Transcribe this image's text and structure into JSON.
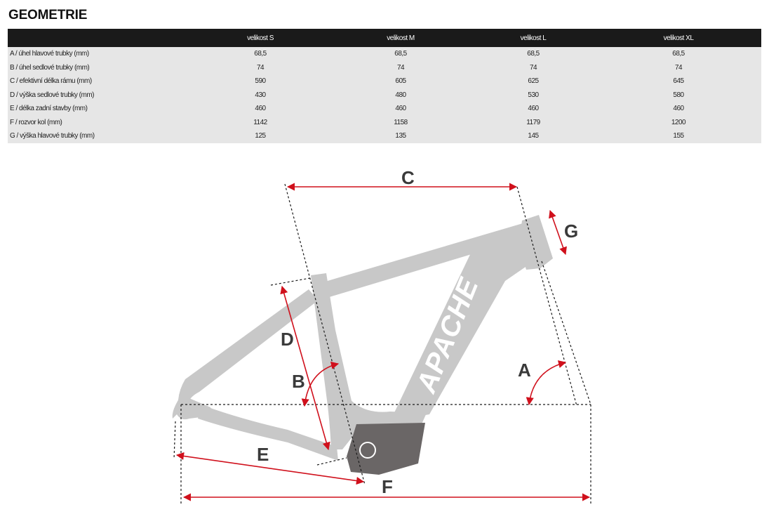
{
  "title": "GEOMETRIE",
  "table": {
    "headers": [
      "",
      "velikost S",
      "velikost M",
      "velikost L",
      "velikost XL"
    ],
    "rows": [
      {
        "label": "A / úhel hlavové trubky (mm)",
        "values": [
          "68,5",
          "68,5",
          "68,5",
          "68,5"
        ]
      },
      {
        "label": "B / úhel sedlové trubky (mm)",
        "values": [
          "74",
          "74",
          "74",
          "74"
        ]
      },
      {
        "label": "C / efektivní délka rámu (mm)",
        "values": [
          "590",
          "605",
          "625",
          "645"
        ]
      },
      {
        "label": "D / výška sedlové trubky (mm)",
        "values": [
          "430",
          "480",
          "530",
          "580"
        ]
      },
      {
        "label": "E / délka zadní stavby (mm)",
        "values": [
          "460",
          "460",
          "460",
          "460"
        ]
      },
      {
        "label": "F / rozvor kol (mm)",
        "values": [
          "1142",
          "1158",
          "1179",
          "1200"
        ]
      },
      {
        "label": "G / výška hlavové trubky (mm)",
        "values": [
          "125",
          "135",
          "145",
          "155"
        ]
      }
    ]
  },
  "diagram": {
    "brand_text": "APACHE",
    "labels": {
      "A": "A",
      "B": "B",
      "C": "C",
      "D": "D",
      "E": "E",
      "F": "F",
      "G": "G"
    },
    "colors": {
      "frame": "#c8c8c8",
      "motor": "#6a6666",
      "dimension": "#d0101c",
      "guide": "#1a1a1a",
      "letters": "#3a3a3a",
      "header_bg": "#1a1a1a",
      "row_bg": "#e6e6e6"
    }
  }
}
